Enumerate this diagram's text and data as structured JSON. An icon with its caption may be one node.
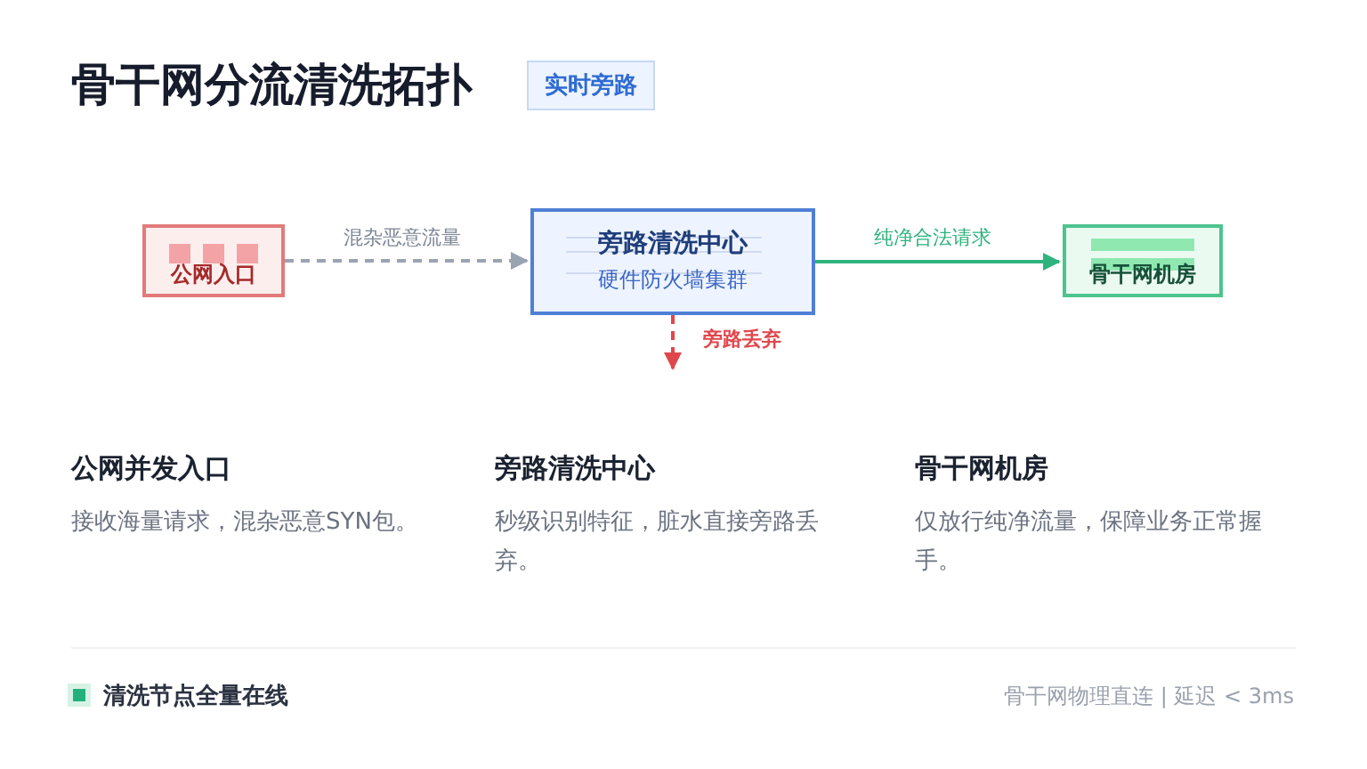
{
  "diagram": {
    "title": "骨干网分流清洗拓扑",
    "nodes": [
      {
        "text": [
          "公网入口"
        ]
      },
      {
        "text": [
          "旁路清洗中心",
          "硬件防火墙集群"
        ]
      },
      {
        "text": [
          "骨干网机房"
        ]
      }
    ],
    "edges": [
      {
        "from": 0,
        "to": 1,
        "arrow": "to",
        "label": "混杂恶意流量",
        "style": "dashed",
        "color": "#9aa3b2"
      },
      {
        "from": 1,
        "to": 2,
        "arrow": "to",
        "label": "纯净合法请求",
        "color": "#2fb37e"
      },
      {
        "from": 1,
        "to": null,
        "arrow": "to",
        "label": "旁路丢弃",
        "style": "dashed",
        "color": "#e0474c"
      }
    ],
    "labels": [
      "实时旁路",
      "公网并发入口",
      "接收海量请求，混杂恶意SYN包。",
      "旁路清洗中心",
      "秒级识别特征，脏水直接旁路丢弃。",
      "骨干网机房",
      "仅放行纯净流量，保障业务正常握手。",
      "骨干网物理直连 | 延迟 < 3ms"
    ],
    "legend": [
      {
        "text": "清洗节点全量在线",
        "color": "#22b07d"
      }
    ]
  }
}
